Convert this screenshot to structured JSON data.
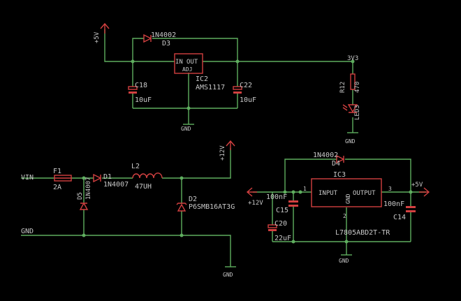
{
  "colors": {
    "background": "#000000",
    "wire": "#5fae5f",
    "part": "#d24040",
    "text": "#c8c8c8"
  },
  "supplies": {
    "p5v_top": "+5V",
    "p3v3": "3V3",
    "p12v_top": "+12V",
    "p12v_left": "+12V",
    "p5v_right": "+5V"
  },
  "grounds": {
    "ic2": "GND",
    "led": "GND",
    "main": "GND",
    "ic3": "GND"
  },
  "nets": {
    "vin": "VIN",
    "gnd": "GND"
  },
  "d3": {
    "name": "D3",
    "value": "1N4002"
  },
  "ic2": {
    "name": "IC2",
    "value": "AMS1117",
    "pin_in": "IN",
    "pin_out": "OUT",
    "pin_adj": "ADJ"
  },
  "c18": {
    "name": "C18",
    "value": "10uF"
  },
  "c22": {
    "name": "C22",
    "value": "10uF"
  },
  "r12": {
    "name": "R12",
    "value": "470"
  },
  "led3": {
    "name": "LED3"
  },
  "f1": {
    "name": "F1",
    "value": "2A"
  },
  "d1": {
    "name": "D1",
    "value": "1N4007"
  },
  "d5": {
    "name": "D5",
    "value": "1N4007"
  },
  "l2": {
    "name": "L2",
    "value": "47UH"
  },
  "d2": {
    "name": "D2",
    "value": "P6SMB16AT3G"
  },
  "d4": {
    "name": "D4",
    "value": "1N4002"
  },
  "ic3": {
    "name": "IC3",
    "value": "L7805ABD2T-TR",
    "pin_input": "INPUT",
    "pin_output": "OUTPUT",
    "pin_gnd": "GND",
    "pin1": "1",
    "pin2": "2",
    "pin3": "3"
  },
  "c15": {
    "name": "C15",
    "value": "100nF"
  },
  "c20": {
    "name": "C20",
    "value": "22uF"
  },
  "c14": {
    "name": "C14",
    "value": "100nF"
  }
}
